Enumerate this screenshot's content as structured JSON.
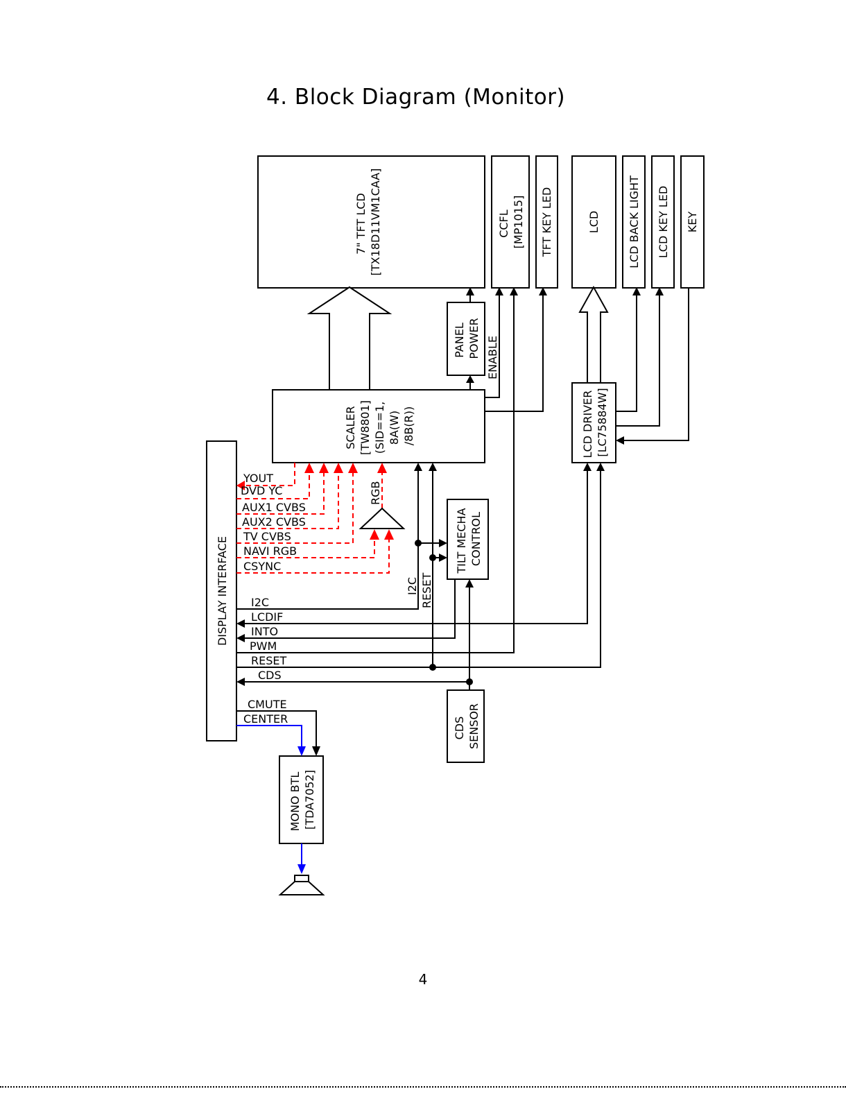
{
  "title": "4.  Block  Diagram  (Monitor)",
  "page_number": "4",
  "blocks": {
    "tft_lcd": [
      "7\" TFT  LCD",
      "[TX18D11VM1CAA]"
    ],
    "ccfl": [
      "CCFL",
      "[MP1015]"
    ],
    "tft_key_led": [
      "TFT KEY LED"
    ],
    "lcd": [
      "LCD"
    ],
    "lcd_back_light": [
      "LCD  BACK  LIGHT"
    ],
    "lcd_key_led": [
      "LCD  KEY  LED"
    ],
    "key": [
      "KEY"
    ],
    "panel_power": [
      "PANEL",
      "POWER"
    ],
    "scaler": [
      "SCALER",
      "[TW8801]",
      "(SID==1,",
      "8A(W)",
      "/8B(R))"
    ],
    "lcd_driver": [
      "LCD  DRIVER",
      "[LC75884W]"
    ],
    "display_interface": [
      "DISPLAY  INTERFACE"
    ],
    "tilt_mecha": [
      "TILT  MECHA",
      "CONTROL"
    ],
    "cds_sensor": [
      "CDS",
      "SENSOR"
    ],
    "mono_btl": [
      "MONO  BTL",
      "[TDA7052]"
    ]
  },
  "signals": {
    "yout": "YOUT",
    "dvd_yc": "DVD YC",
    "aux1": "AUX1  CVBS",
    "aux2": "AUX2  CVBS",
    "tv": "TV  CVBS",
    "navi": "NAVI RGB",
    "csync": "CSYNC",
    "rgb": "RGB",
    "enable": "ENABLE",
    "i2c_vertical": "I2C",
    "reset_vertical": "RESET",
    "i2c": "I2C",
    "lcdif": "LCDIF",
    "into": "INTO",
    "pwm": "PWM",
    "reset": "RESET",
    "cds": "CDS",
    "cmute": "CMUTE",
    "center": "CENTER"
  },
  "colors": {
    "video_signal": "#ff0000",
    "audio_signal": "#0000ff",
    "control_signal": "#000000"
  }
}
